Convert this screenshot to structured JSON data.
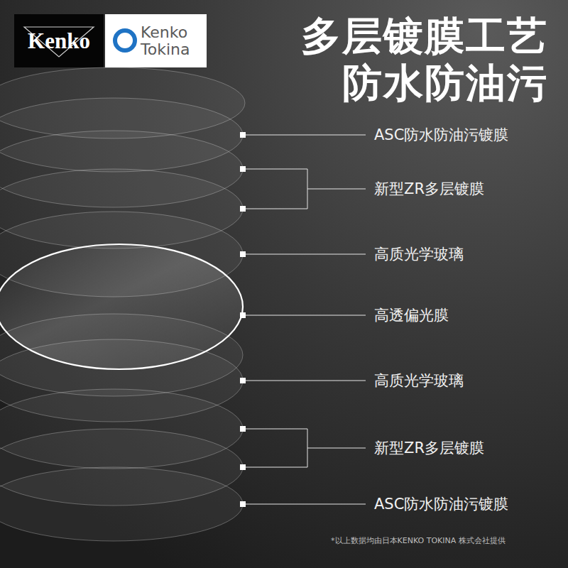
{
  "diagram": {
    "title": "多层镀膜工艺 防水防油污",
    "nodes": [
      {
        "text": [
          "Kenko"
        ]
      },
      {
        "text": [
          "Kenko Tokina"
        ]
      }
    ],
    "labels": [
      "ASC防水防油污镀膜",
      "新型ZR多层镀膜",
      "高质光学玻璃",
      "高透偏光膜",
      "高质光学玻璃",
      "新型ZR多层镀膜",
      "ASC防水防油污镀膜",
      "*以上数据均由日本KENKO TOKINA 株式会社提供"
    ]
  }
}
